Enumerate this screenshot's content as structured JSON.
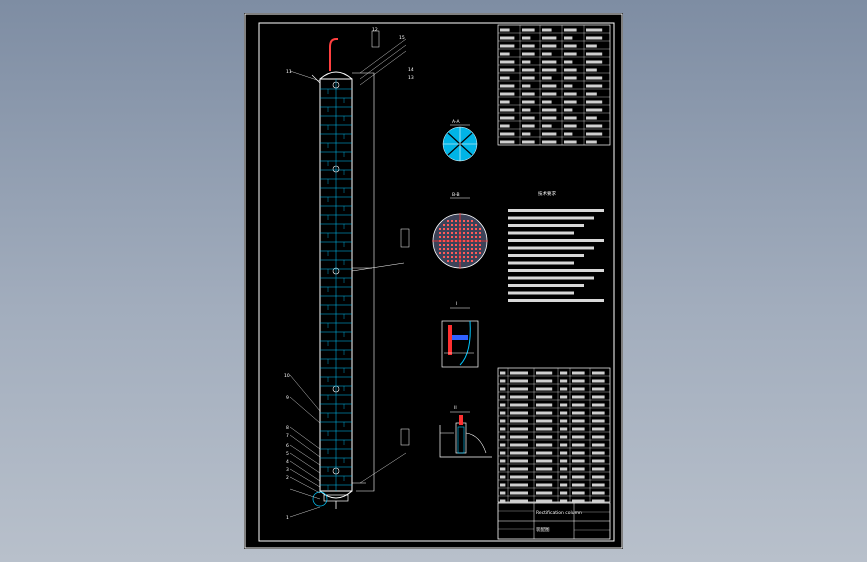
{
  "drawing": {
    "views": {
      "section_a": "A-A",
      "section_b": "B-B",
      "detail_1": "I",
      "detail_2": "II"
    },
    "tech_req_title": "技术要求",
    "title_block": {
      "drawing_name": "Rectification column",
      "sub_name": "装配图"
    },
    "callouts": [
      "1",
      "2",
      "3",
      "4",
      "5",
      "6",
      "7",
      "8",
      "9",
      "10",
      "11",
      "12",
      "13",
      "14",
      "15"
    ]
  },
  "colors": {
    "paper": "#000000",
    "line": "#ffffff",
    "tray": "#00c8ff",
    "accent": "#ff2020",
    "frame": "#ffffff"
  }
}
